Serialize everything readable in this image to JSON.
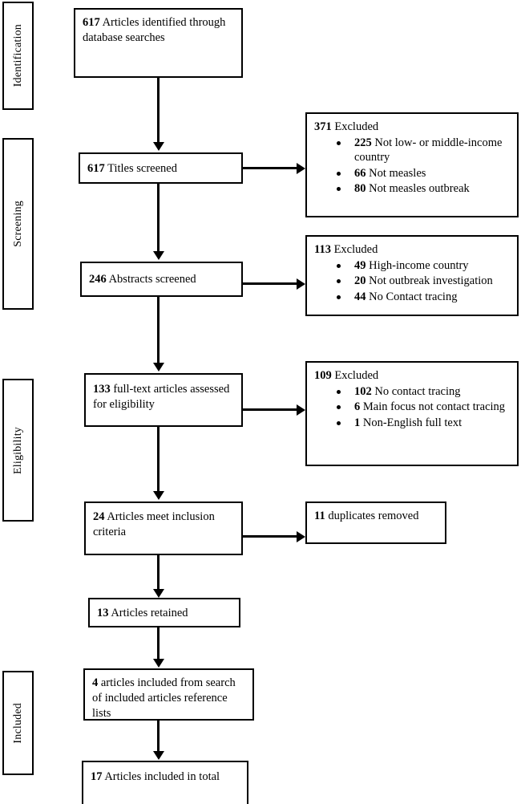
{
  "diagram": {
    "title": "PRISMA study selection flow diagram",
    "type": "flowchart",
    "colors": {
      "line": "#000000",
      "background": "#ffffff",
      "text": "#000000"
    }
  },
  "stages": [
    {
      "id": "identification",
      "label": "Identification"
    },
    {
      "id": "screening",
      "label": "Screening"
    },
    {
      "id": "eligibility",
      "label": "Eligibility"
    },
    {
      "id": "included",
      "label": "Included"
    }
  ],
  "flow": {
    "identified": {
      "count": "617",
      "text": "Articles identified through database searches"
    },
    "titles_screened": {
      "count": "617",
      "text": "Titles screened"
    },
    "abstracts_screened": {
      "count": "246",
      "text": "Abstracts screened"
    },
    "fulltext_assessed": {
      "count": "133",
      "text": "full-text articles assessed for eligibility"
    },
    "inclusion_criteria": {
      "count": "24",
      "text": "Articles meet inclusion criteria"
    },
    "retained": {
      "count": "13",
      "text": "Articles retained"
    },
    "reference_lists": {
      "count": "4",
      "text": "articles included from search of included articles reference lists"
    },
    "total_included": {
      "count": "17",
      "text": "Articles included in total"
    },
    "duplicates": {
      "count": "11",
      "text": "duplicates removed"
    }
  },
  "exclusions": [
    {
      "id": "excluded-titles",
      "count": "371",
      "label": "Excluded",
      "reasons": [
        {
          "count": "225",
          "text": "Not low- or middle-income country"
        },
        {
          "count": "66",
          "text": "Not measles"
        },
        {
          "count": "80",
          "text": "Not measles outbreak"
        }
      ]
    },
    {
      "id": "excluded-abstracts",
      "count": "113",
      "label": "Excluded",
      "reasons": [
        {
          "count": "49",
          "text": "High-income country"
        },
        {
          "count": "20",
          "text": "Not outbreak investigation"
        },
        {
          "count": "44",
          "text": "No Contact tracing"
        }
      ]
    },
    {
      "id": "excluded-fulltext",
      "count": "109",
      "label": "Excluded",
      "reasons": [
        {
          "count": "102",
          "text": "No contact tracing"
        },
        {
          "count": "6",
          "text": "Main focus not contact tracing"
        },
        {
          "count": "1",
          "text": "Non-English full text"
        }
      ]
    }
  ]
}
